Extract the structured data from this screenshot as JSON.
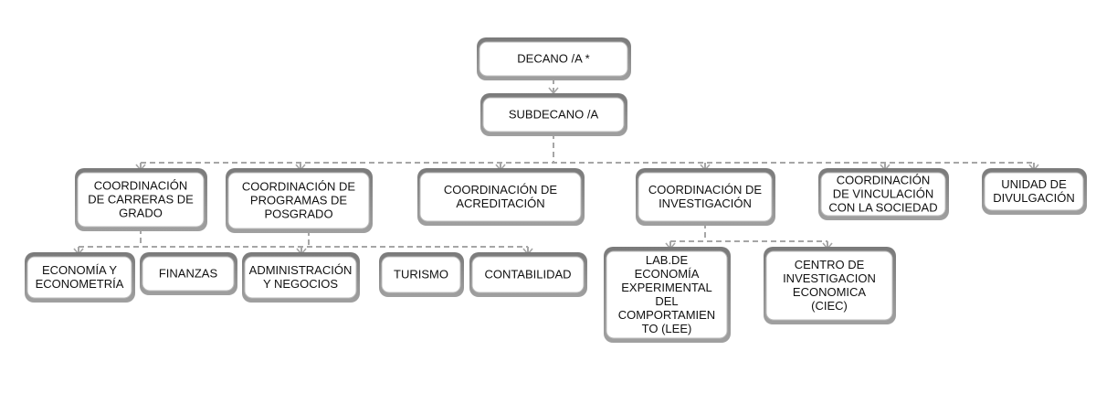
{
  "nodes": {
    "decano": [
      "DECANO /A *"
    ],
    "subdecano": [
      "SUBDECANO /A"
    ],
    "coord_carreras": [
      "COORDINACIÓN",
      "DE CARRERAS DE",
      "GRADO"
    ],
    "coord_posgrado": [
      "COORDINACIÓN DE",
      "PROGRAMAS DE",
      "POSGRADO"
    ],
    "coord_acreditacion": [
      "COORDINACIÓN DE",
      "ACREDITACIÓN"
    ],
    "coord_investigacion": [
      "COORDINACIÓN DE",
      "INVESTIGACIÓN"
    ],
    "coord_vinculacion": [
      "COORDINACIÓN",
      "DE VINCULACIÓN",
      "CON LA SOCIEDAD"
    ],
    "unidad_divulgacion": [
      "UNIDAD DE",
      "DIVULGACIÓN"
    ],
    "economia": [
      "ECONOMÍA Y",
      "ECONOMETRÍA"
    ],
    "finanzas": [
      "FINANZAS"
    ],
    "administracion": [
      "ADMINISTRACIÓN",
      "Y NEGOCIOS"
    ],
    "turismo": [
      "TURISMO"
    ],
    "contabilidad": [
      "CONTABILIDAD"
    ],
    "lab_lee": [
      "LAB.DE",
      "ECONOMÍA",
      "EXPERIMENTAL",
      "DEL",
      "COMPORTAMIEN",
      "TO (LEE)"
    ],
    "ciec": [
      "CENTRO DE",
      "INVESTIGACION",
      "ECONOMICA",
      "(CIEC)"
    ]
  },
  "colors": {
    "box_fill": "#ffffff",
    "box_shadow": "#8c8c8c",
    "box_border": "#bdbdbd",
    "connector": "#a6a6a6",
    "text": "#111111"
  }
}
